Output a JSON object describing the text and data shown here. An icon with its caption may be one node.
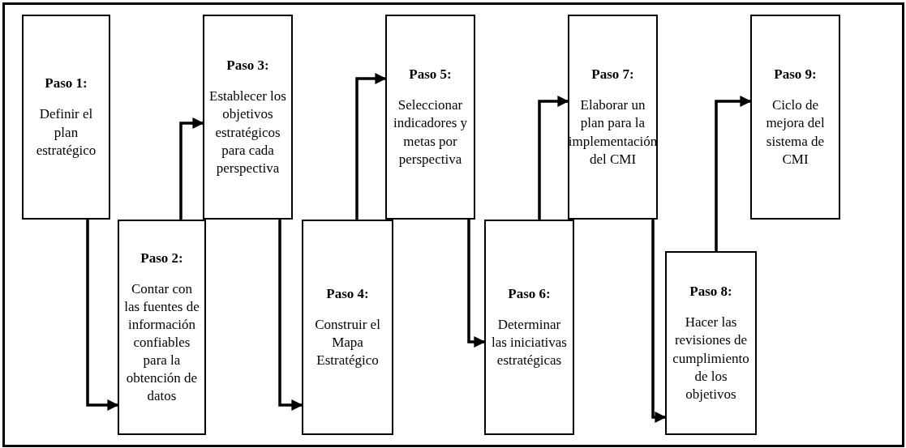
{
  "diagram": {
    "nodes": [
      {
        "text": [
          "Paso 1:",
          "Definir el plan estratégico"
        ]
      },
      {
        "text": [
          "Paso 2:",
          "Contar con las fuentes de información confiables para la obtención de datos"
        ]
      },
      {
        "text": [
          "Paso 3:",
          "Establecer los objetivos estratégicos para cada perspectiva"
        ]
      },
      {
        "text": [
          "Paso 4:",
          "Construir el Mapa Estratégico"
        ]
      },
      {
        "text": [
          "Paso 5:",
          "Seleccionar indicadores y metas por perspectiva"
        ]
      },
      {
        "text": [
          "Paso 6:",
          "Determinar las iniciativas estratégicas"
        ]
      },
      {
        "text": [
          "Paso 7:",
          "Elaborar un plan para la implementación del CMI"
        ]
      },
      {
        "text": [
          "Paso 8:",
          "Hacer las revisiones de cumplimiento de los objetivos"
        ]
      },
      {
        "text": [
          "Paso 9:",
          "Ciclo de mejora del sistema de CMI"
        ]
      }
    ],
    "edges": [
      {
        "from": 0,
        "to": 1,
        "arrow": "to"
      },
      {
        "from": 1,
        "to": 2,
        "arrow": "to"
      },
      {
        "from": 2,
        "to": 3,
        "arrow": "to"
      },
      {
        "from": 3,
        "to": 4,
        "arrow": "to"
      },
      {
        "from": 4,
        "to": 5,
        "arrow": "to"
      },
      {
        "from": 5,
        "to": 6,
        "arrow": "to"
      },
      {
        "from": 6,
        "to": 7,
        "arrow": "to"
      },
      {
        "from": 7,
        "to": 8,
        "arrow": "to"
      }
    ]
  }
}
